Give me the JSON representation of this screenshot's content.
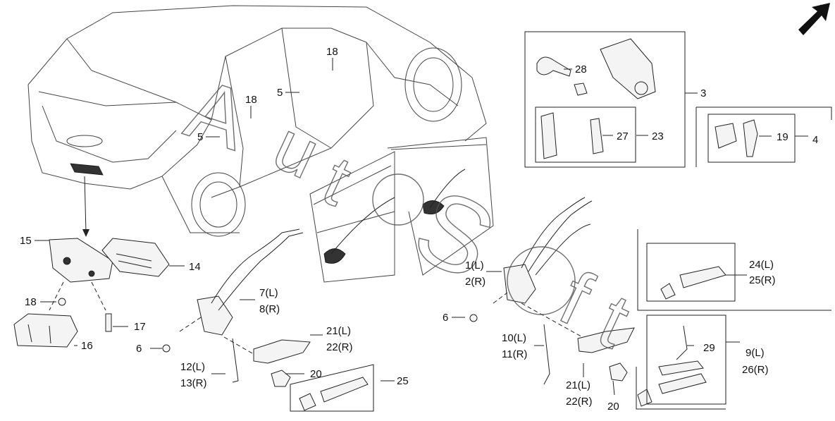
{
  "callouts": {
    "c1": "1(L)",
    "c2": "2(R)",
    "c3": "3",
    "c4": "4",
    "c5a": "5",
    "c5b": "5",
    "c6a": "6",
    "c6b": "6",
    "c7": "7(L)",
    "c8": "8(R)",
    "c9": "9(L)",
    "c26": "26(R)",
    "c10": "10(L)",
    "c11": "11(R)",
    "c12": "12(L)",
    "c13": "13(R)",
    "c14": "14",
    "c15": "15",
    "c16": "16",
    "c17": "17",
    "c18a": "18",
    "c18b": "18",
    "c18c": "18",
    "c19": "19",
    "c20a": "20",
    "c20b": "20",
    "c21a": "21(L)",
    "c22a": "22(R)",
    "c21b": "21(L)",
    "c22b": "22(R)",
    "c23": "23",
    "c24": "24(L)",
    "c25a": "25(R)",
    "c25b": "25",
    "c27": "27",
    "c28": "28",
    "c29": "29"
  },
  "watermark": {
    "letters": [
      "A",
      "u",
      "t",
      "o",
      "S",
      "o",
      "f",
      "t"
    ]
  },
  "icons": {
    "direction_arrow": "front-direction-arrow-icon"
  }
}
